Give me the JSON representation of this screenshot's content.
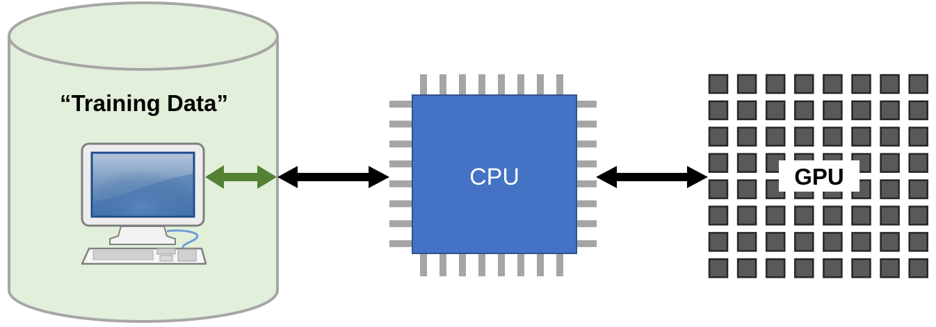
{
  "diagram": {
    "storage": {
      "label": "“Training Data”",
      "fill_color": "#E2EFDA",
      "stroke_color": "#A6A6A6",
      "device_icon": "desktop-computer-icon"
    },
    "cpu": {
      "label": "CPU",
      "fill_color": "#4472C4",
      "border_color": "#2F528F",
      "pin_color": "#A5A5A5",
      "pins_per_side": 8
    },
    "gpu": {
      "label": "GPU",
      "core_fill_color": "#595959",
      "core_border_color": "#262626",
      "rows": 8,
      "cols": 8
    },
    "connections": [
      {
        "from": "computer",
        "to": "storage-edge",
        "style": "double-arrow",
        "color": "#548235"
      },
      {
        "from": "storage",
        "to": "cpu",
        "style": "double-arrow",
        "color": "#000000"
      },
      {
        "from": "cpu",
        "to": "gpu",
        "style": "double-arrow",
        "color": "#000000"
      }
    ]
  }
}
